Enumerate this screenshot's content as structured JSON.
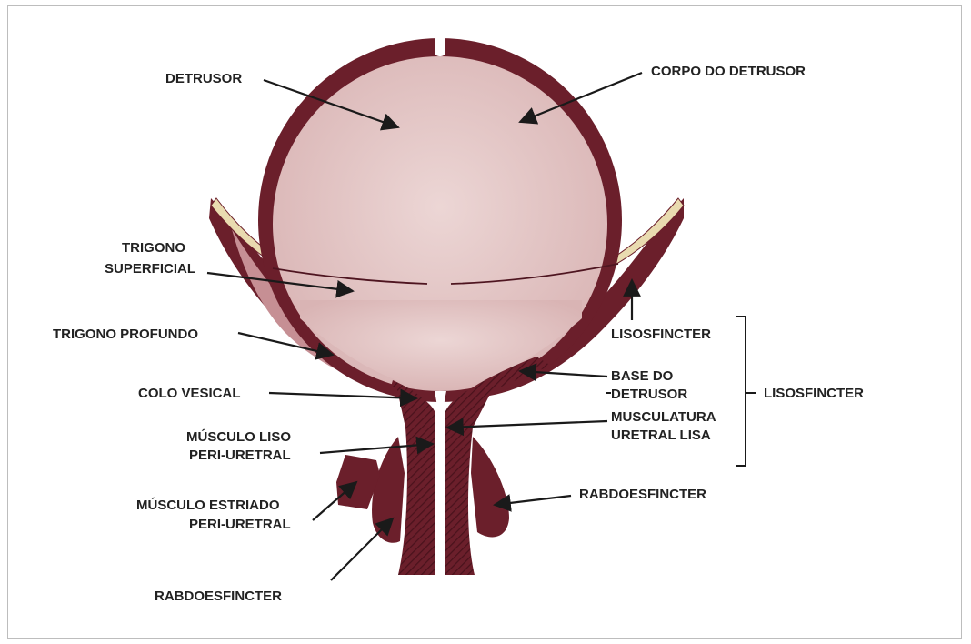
{
  "colors": {
    "wall": "#6b1f2b",
    "wall_dark": "#4e1520",
    "lumen": "#e8cdcc",
    "trigone_profundo": "#c68f94",
    "trigone_superficial": "#e9dbb0",
    "arrow": "#1a1a1a",
    "text": "#222222"
  },
  "labels": {
    "detrusor": "DETRUSOR",
    "corpo_do_detrusor": "CORPO DO DETRUSOR",
    "trigono_superficial_1": "TRIGONO",
    "trigono_superficial_2": "SUPERFICIAL",
    "trigono_profundo": "TRIGONO PROFUNDO",
    "colo_vesical": "COLO VESICAL",
    "musculo_liso_1": "MÚSCULO LISO",
    "musculo_liso_2": "PERI-URETRAL",
    "musculo_estriado_1": "MÚSCULO ESTRIADO",
    "musculo_estriado_2": "PERI-URETRAL",
    "rabdo_left": "RABDOESFINCTER",
    "rabdo_right": "RABDOESFINCTER",
    "lisosfincter_top": "LISOSFINCTER",
    "base_do_detrusor_1": "BASE DO",
    "base_do_detrusor_2": "DETRUSOR",
    "musculatura_1": "MUSCULATURA",
    "musculatura_2": "URETRAL LISA",
    "lisosfincter_group": "LISOSFINCTER"
  }
}
